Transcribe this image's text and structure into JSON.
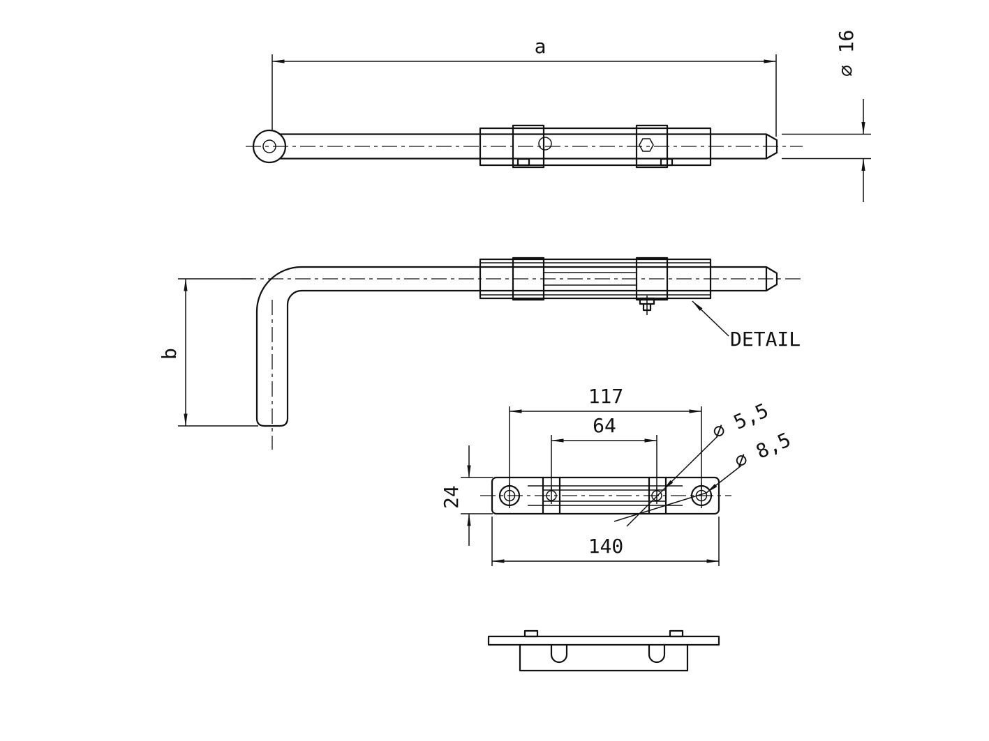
{
  "drawing": {
    "background": "#ffffff",
    "line_color": "#111111",
    "labels": {
      "a": "a",
      "b": "b",
      "rod_diameter": "⌀ 16",
      "detail": "DETAIL",
      "span_outer_holes": "117",
      "span_inner_holes": "64",
      "plate_height": "24",
      "plate_length": "140",
      "small_hole_dia": "⌀ 5,5",
      "large_hole_dia": "⌀ 8,5"
    }
  }
}
